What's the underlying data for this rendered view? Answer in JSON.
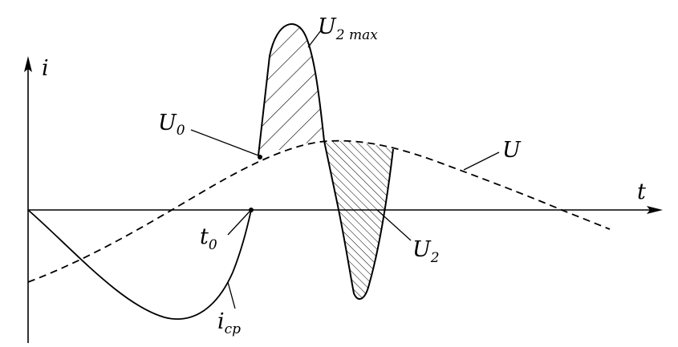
{
  "diagram": {
    "axis_labels": {
      "y": "i",
      "x": "t"
    },
    "labels": {
      "u0": {
        "main": "U",
        "sub": "0"
      },
      "u2max": {
        "main": "U",
        "sub": "2 max"
      },
      "u": {
        "main": "U"
      },
      "t0": {
        "main": "t",
        "sub": "0"
      },
      "u2": {
        "main": "U",
        "sub": "2"
      },
      "icp": {
        "main": "i",
        "sub": "cp"
      }
    },
    "colors": {
      "stroke": "#000000",
      "background": "#ffffff"
    }
  }
}
